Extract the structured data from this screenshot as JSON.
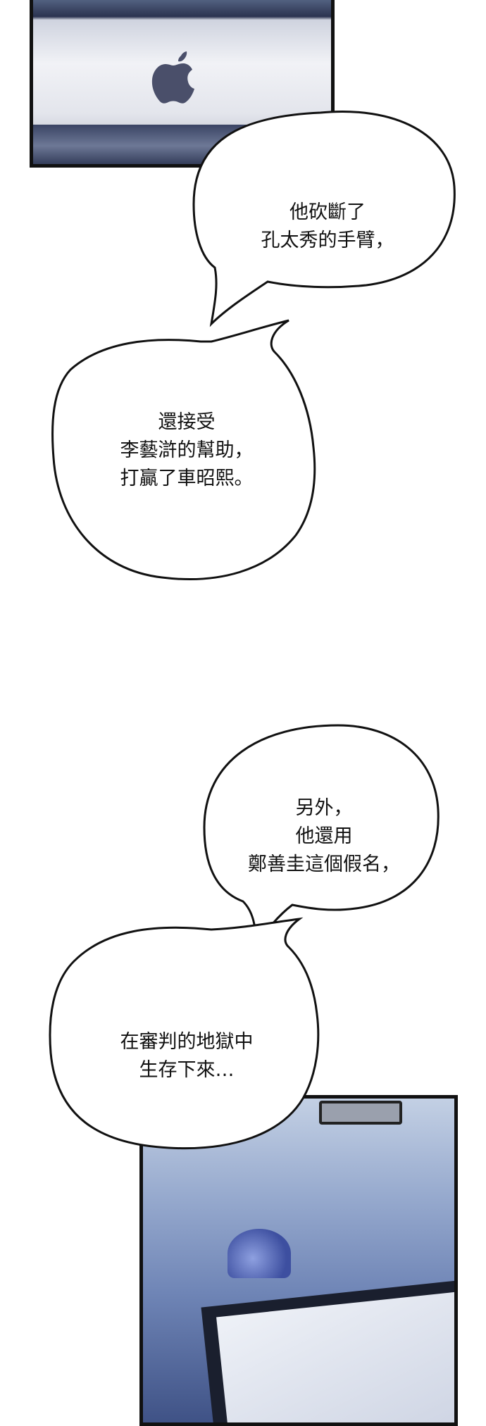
{
  "bubbles": [
    {
      "lines": [
        "他砍斷了",
        "孔太秀的手臂，"
      ]
    },
    {
      "lines": [
        "還接受",
        "李藝滸的幫助，",
        "打贏了車昭熙。"
      ]
    },
    {
      "lines": [
        "另外，",
        "他還用",
        "鄭善圭這個假名，"
      ]
    },
    {
      "lines": [
        "在審判的地獄中",
        "生存下來…"
      ]
    }
  ],
  "icons": [
    "apple-logo-icon"
  ],
  "colors": {
    "ink": "#111111",
    "paper": "#ffffff"
  }
}
